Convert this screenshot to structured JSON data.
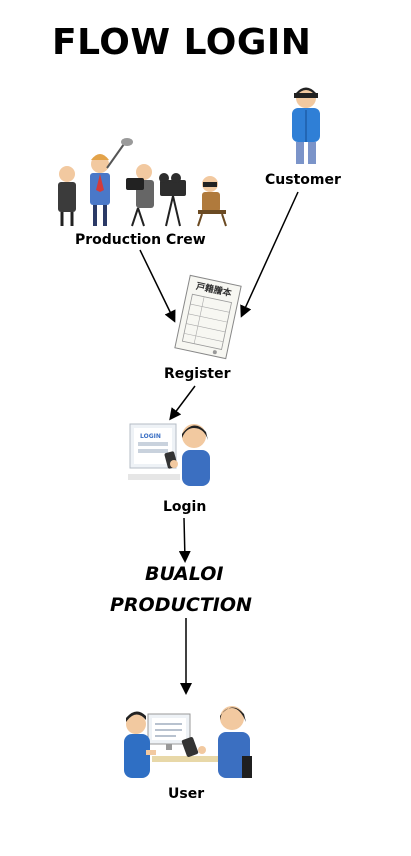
{
  "title": "FLOW LOGIN",
  "nodes": {
    "production_crew": "Production Crew",
    "customer": "Customer",
    "register": "Register",
    "login": "Login",
    "brand_line1": "BUALOI",
    "brand_line2": "PRODUCTION",
    "user": "User"
  },
  "illustration_text": {
    "register_doc_title": "戸籍謄本",
    "login_screen": "LOGIN"
  }
}
